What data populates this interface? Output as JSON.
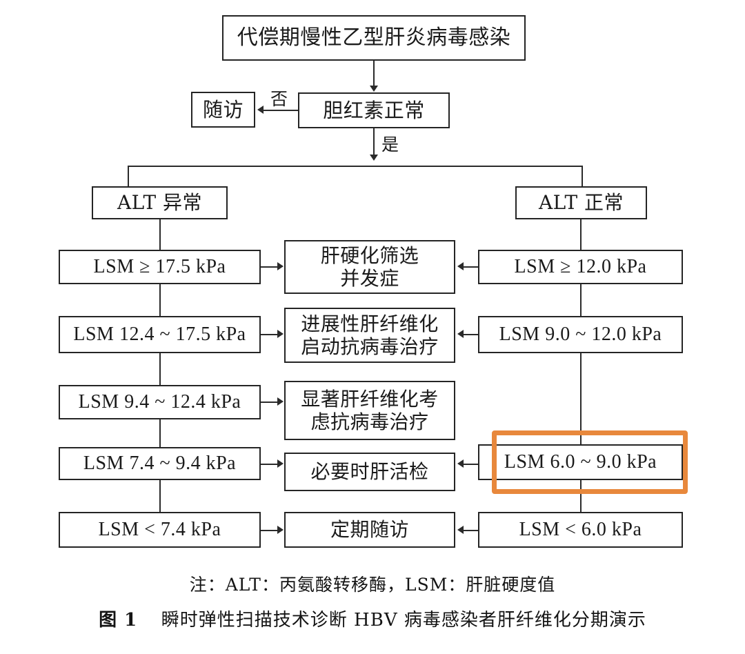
{
  "figure": {
    "root": {
      "label": "代偿期慢性乙型肝炎病毒感染"
    },
    "bilirubin": {
      "label": "胆红素正常"
    },
    "followup": {
      "label": "随访"
    },
    "edges": {
      "no": "否",
      "yes": "是"
    },
    "branches": {
      "left": {
        "label": "ALT 异常"
      },
      "right": {
        "label": "ALT 正常"
      }
    },
    "rows": [
      {
        "left": "LSM ≥ 17.5 kPa",
        "center": "肝硬化筛选\n并发症",
        "center_line1": "肝硬化筛选",
        "center_line2": "并发症",
        "right": "LSM ≥ 12.0 kPa",
        "highlighted": false
      },
      {
        "left": "LSM 12.4 ~ 17.5 kPa",
        "center_line1": "进展性肝纤维化",
        "center_line2": "启动抗病毒治疗",
        "right": "LSM 9.0 ~ 12.0 kPa",
        "highlighted": false
      },
      {
        "left": "LSM 9.4 ~ 12.4 kPa",
        "center_line1": "显著肝纤维化考",
        "center_line2": "虑抗病毒治疗",
        "right": "",
        "highlighted": false
      },
      {
        "left": "LSM 7.4 ~ 9.4 kPa",
        "center_line1": "必要时肝活检",
        "center_line2": "",
        "right": "LSM 6.0 ~ 9.0 kPa",
        "highlighted": true
      },
      {
        "left": "LSM < 7.4 kPa",
        "center_line1": "定期随访",
        "center_line2": "",
        "right": "LSM < 6.0 kPa",
        "highlighted": false
      }
    ],
    "note": "注：ALT：丙氨酸转移酶，LSM：肝脏硬度值",
    "caption_number": "图 1",
    "caption_text": "瞬时弹性扫描技术诊断 HBV 病毒感染者肝纤维化分期演示",
    "highlight_color": "#e8883c"
  }
}
